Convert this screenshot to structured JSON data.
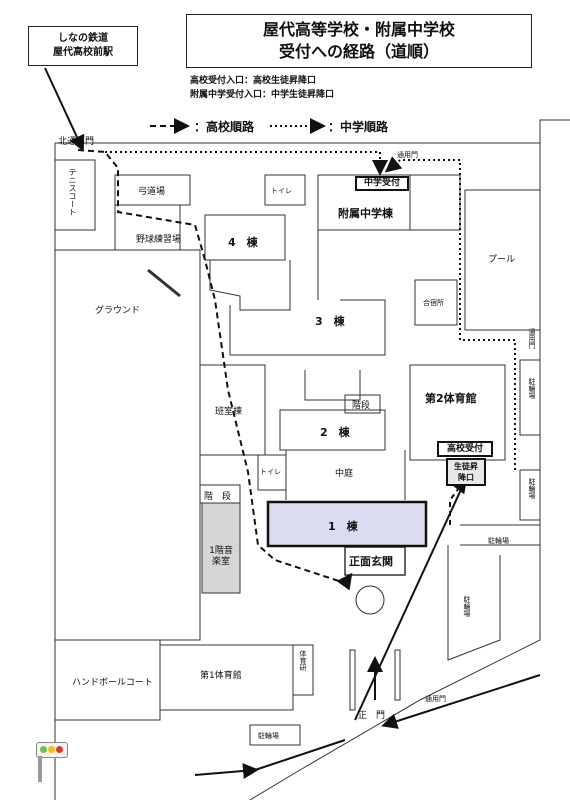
{
  "station": {
    "line1": "しなの鉄道",
    "line2": "屋代高校前駅"
  },
  "title": {
    "line1": "屋代高等学校・附属中学校",
    "line2": "受付への経路（道順）"
  },
  "notes": {
    "high": "高校受付入口：高校生徒昇降口",
    "junior": "附属中学受付入口：中学生徒昇降口"
  },
  "legend": {
    "high": "：高校順路",
    "junior": "：中学順路"
  },
  "labels": {
    "north_gate": "北通用門",
    "tennis": "テニスコート",
    "kyudo": "弓道場",
    "baseball": "野球練習場",
    "ground": "グラウンド",
    "bldg4": "4　棟",
    "toilet1": "トイレ",
    "toilet2": "トイレ",
    "junior_school": "附属中学棟",
    "junior_reception": "中学受付",
    "gate_ne": "通用門",
    "pool": "プール",
    "bldg3": "3　棟",
    "gasshuku": "合宿所",
    "gate_e": "通用門",
    "bicycle_e": "駐輪場",
    "bicycle_e2": "駐輪場",
    "hanshitsu": "班室棟",
    "stairs1": "階段",
    "gym2": "第2体育館",
    "bldg2": "2　棟",
    "courtyard": "中庭",
    "high_reception": "高校受付",
    "entrance_student": "生徒昇降口",
    "stairs2": "階　段",
    "bldg1": "1　棟",
    "music_room": "1階音楽室",
    "main_entrance": "正面玄関",
    "bicycle_se": "駐輪場",
    "bicycle_s": "駐輪場",
    "handball": "ハンドボールコート",
    "gym1": "第1体育館",
    "pe_lab": "体育研",
    "bicycle_bottom": "駐輪場",
    "main_gate": "正　門",
    "gate_s": "通用門"
  },
  "colors": {
    "bldg1": "#dcdcf0",
    "music": "#d6d6d6"
  }
}
